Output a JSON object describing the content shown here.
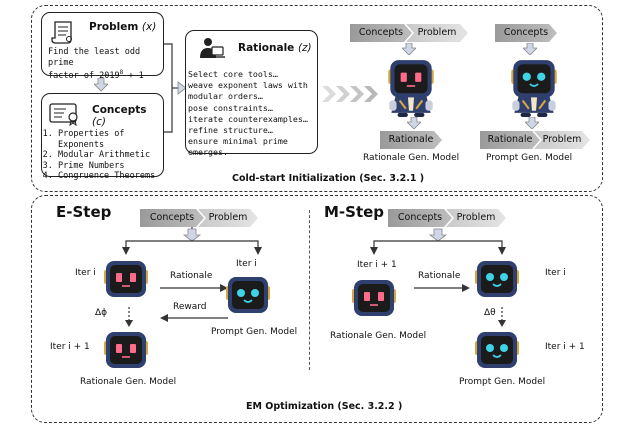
{
  "top": {
    "problem": {
      "title": "Problem",
      "symbol": "(x)",
      "text_l1": "Find the least odd prime",
      "text_l2": "factor of 2019",
      "sup": "8",
      "tail": " + 1"
    },
    "concepts": {
      "title": "Concepts",
      "symbol": "(c)",
      "items": [
        "Properties of Exponents",
        "Modular Arithmetic",
        "Prime Numbers",
        "Congruence Theorems"
      ]
    },
    "rationale": {
      "title": "Rationale",
      "symbol": "(z)",
      "lines": [
        "Select core tools…",
        "weave exponent laws with",
        "modular orders…",
        "pose constraints…",
        "iterate counterexamples…",
        "refine structure…",
        "ensure minimal prime emerges."
      ]
    },
    "rat_model": {
      "tag1": "Concepts",
      "tag2": "Problem",
      "out": "Rationale",
      "caption": "Rationale Gen. Model"
    },
    "prompt_model": {
      "tag1": "Concepts",
      "out1": "Rationale",
      "out2": "Problem",
      "caption": "Prompt Gen. Model"
    },
    "footer": "Cold-start Initialization (Sec. 3.2.1 )"
  },
  "bottom": {
    "estep": {
      "title": "E-Step",
      "tag1": "Concepts",
      "tag2": "Problem",
      "iter_left": "Iter i",
      "iter_right": "Iter i",
      "iter_next": "Iter i + 1",
      "rationale": "Rationale",
      "reward": "Reward",
      "delta": "Δϕ",
      "prompt_caption": "Prompt Gen. Model",
      "rat_caption": "Rationale Gen. Model"
    },
    "mstep": {
      "title": "M-Step",
      "tag1": "Concepts",
      "tag2": "Problem",
      "iter_left": "Iter i + 1",
      "iter_right": "Iter i",
      "iter_next": "Iter i + 1",
      "rationale": "Rationale",
      "delta": "Δθ",
      "rat_caption": "Rationale Gen. Model",
      "prompt_caption": "Prompt Gen. Model"
    },
    "footer": "EM Optimization (Sec. 3.2.2 )"
  },
  "colors": {
    "rational_eyes": "#ff6b8a",
    "prompt_eyes": "#3fd3e8",
    "robot_body": "#2f3f6e",
    "screen": "#1b1b1b"
  }
}
